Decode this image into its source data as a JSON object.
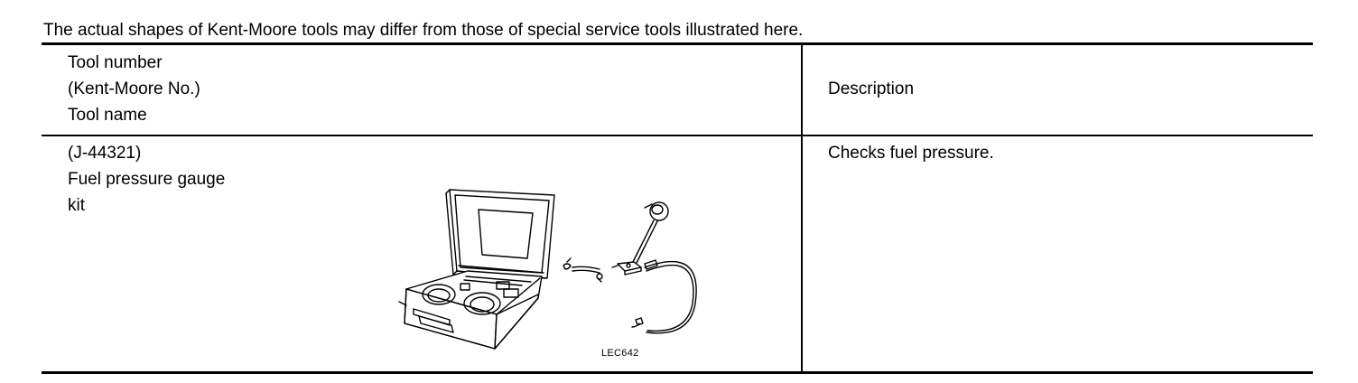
{
  "note": "The actual shapes of Kent-Moore tools may differ from those of special service tools illustrated here.",
  "header": {
    "tool_col": [
      "Tool number",
      "(Kent-Moore No.)",
      "Tool name"
    ],
    "desc_col": "Description"
  },
  "rows": [
    {
      "tool_lines": [
        "(J-44321)",
        "Fuel pressure gauge",
        "kit"
      ],
      "description": "Checks fuel pressure.",
      "illustration": {
        "icon": "fuel-pressure-gauge-kit-illustration",
        "code": "LEC642"
      }
    }
  ]
}
